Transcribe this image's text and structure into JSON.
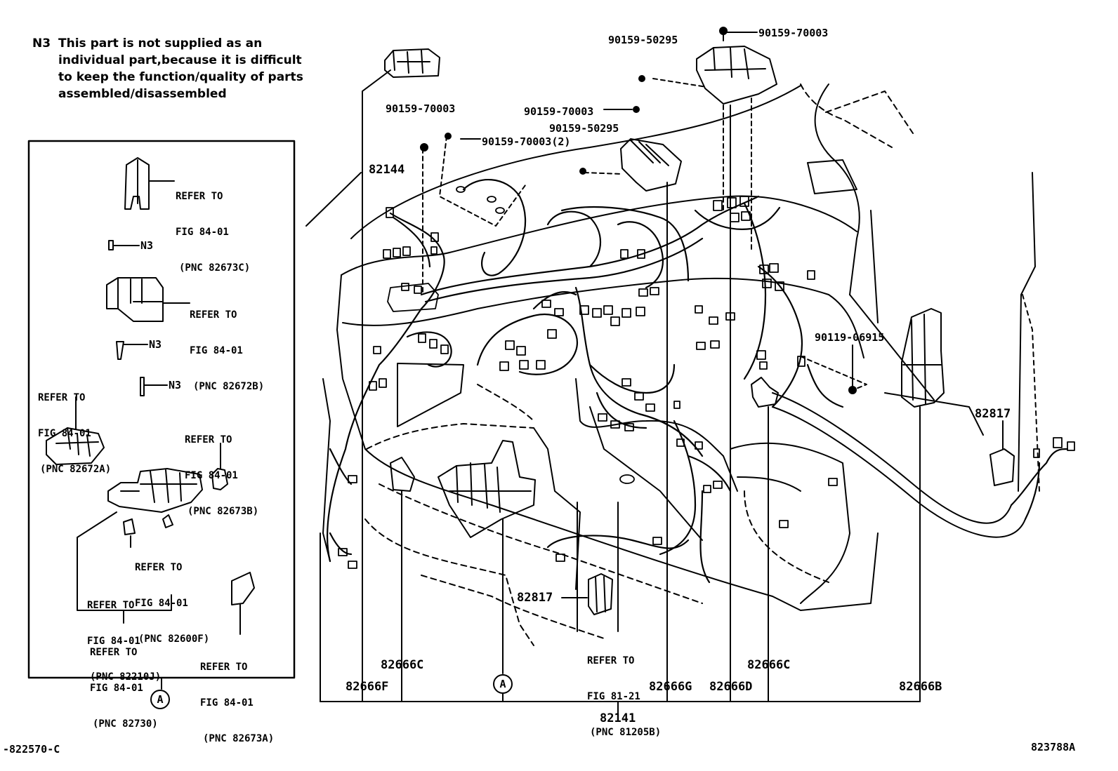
{
  "note": {
    "code": "N3",
    "text": "This part is not supplied as an\nindividual part,because it is difficult\nto keep the function/quality of parts\nassembled/disassembled"
  },
  "inset": {
    "callouts": [
      {
        "ref": "REFER TO",
        "fig": "FIG 84-01",
        "pnc": "(PNC 82673C)"
      },
      {
        "ref": "REFER TO",
        "fig": "FIG 84-01",
        "pnc": "(PNC 82672B)"
      },
      {
        "ref": "REFER TO",
        "fig": "FIG 84-01",
        "pnc": "(PNC 82672A)"
      },
      {
        "ref": "REFER TO",
        "fig": "FIG 84-01",
        "pnc": "(PNC 82673B)"
      },
      {
        "ref": "REFER TO",
        "fig": "FIG 84-01",
        "pnc": "(PNC 82600F)"
      },
      {
        "ref": "REFER TO",
        "fig": "FIG 84-01",
        "pnc": "(PNC 82210J)"
      },
      {
        "ref": "REFER TO",
        "fig": "FIG 84-01",
        "pnc": "(PNC 82730)"
      },
      {
        "ref": "REFER TO",
        "fig": "FIG 84-01",
        "pnc": "(PNC 82673A)"
      }
    ],
    "n3_labels": [
      "N3",
      "N3",
      "N3"
    ],
    "marker": "A"
  },
  "part_numbers": {
    "p1": "90159-50295",
    "p2": "90159-70003",
    "p3": "90159-70003",
    "p4": "90159-70003",
    "p5": "90159-50295",
    "p6": "90159-70003(2)",
    "p7": "82144",
    "p8": "90119-06915",
    "p9": "82817",
    "p10": "82817",
    "p11": "82666C",
    "p12": "82666C",
    "p13": "82666F",
    "p14": "82666G",
    "p15": "82666D",
    "p16": "82666B",
    "p17": "82141"
  },
  "main_marker": "A",
  "main_refer": {
    "ref": "REFER TO",
    "fig": "FIG 81-21",
    "pnc": "(PNC 81205B)"
  },
  "footer": {
    "left_code": "-822570-C",
    "right_code": "823788A"
  }
}
